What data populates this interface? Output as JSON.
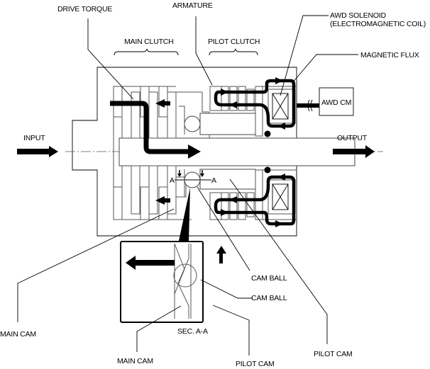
{
  "diagram": {
    "title": "AWD coupling operation",
    "labels": {
      "drive_torque": "DRIVE TORQUE",
      "armature": "ARMATURE",
      "awd_solenoid_line1": "AWD SOLENOID",
      "awd_solenoid_line2": "(ELECTROMAGNETIC COIL)",
      "main_clutch": "MAIN CLUTCH",
      "pilot_clutch": "PILOT CLUTCH",
      "magnetic_flux": "MAGNETIC FLUX",
      "awd_cm": "AWD CM",
      "input": "INPUT",
      "output": "OUTPUT",
      "section_marker_left": "A",
      "section_marker_right": "A",
      "cam_ball_upper": "CAM BALL",
      "cam_ball_lower": "CAM BALL",
      "main_cam_left": "MAIN CAM",
      "main_cam_bottom": "MAIN CAM",
      "pilot_cam_bottom": "PILOT CAM",
      "pilot_cam_right": "PILOT CAM",
      "section_caption": "SEC. A-A"
    }
  }
}
